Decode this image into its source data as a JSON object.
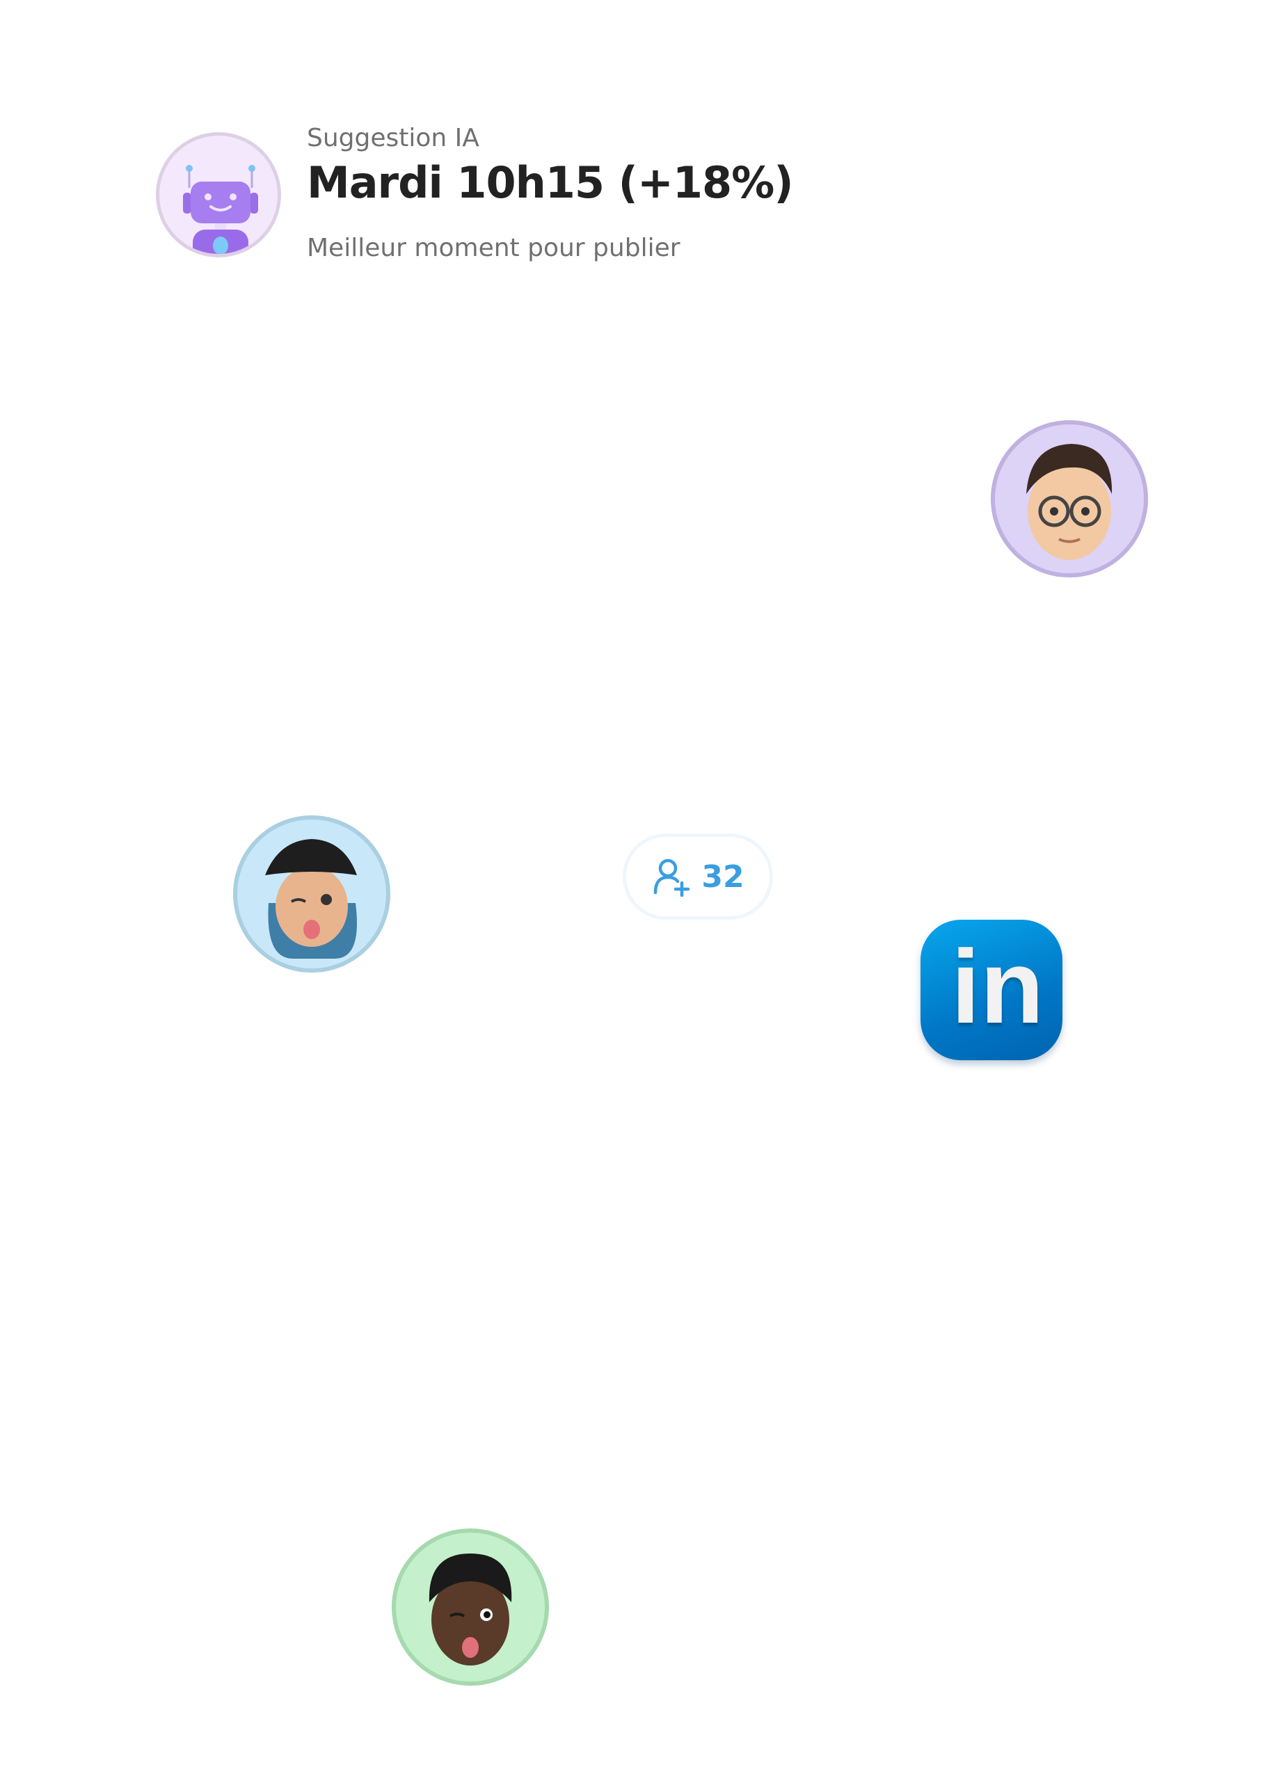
{
  "suggestion": {
    "label": "Suggestion IA",
    "title": "Mardi 10h15 (+18%)",
    "subtitle": "Meilleur moment pour publier",
    "icon": "robot-icon"
  },
  "followers_badge": {
    "icon": "user-plus-icon",
    "count": "32",
    "color": "#3a9ee0"
  },
  "linkedin": {
    "label": "in",
    "color": "#0a8ad6"
  },
  "avatars": [
    "boy-glasses-avatar",
    "girl-bucket-hat-avatar",
    "boy-curly-hair-avatar"
  ]
}
